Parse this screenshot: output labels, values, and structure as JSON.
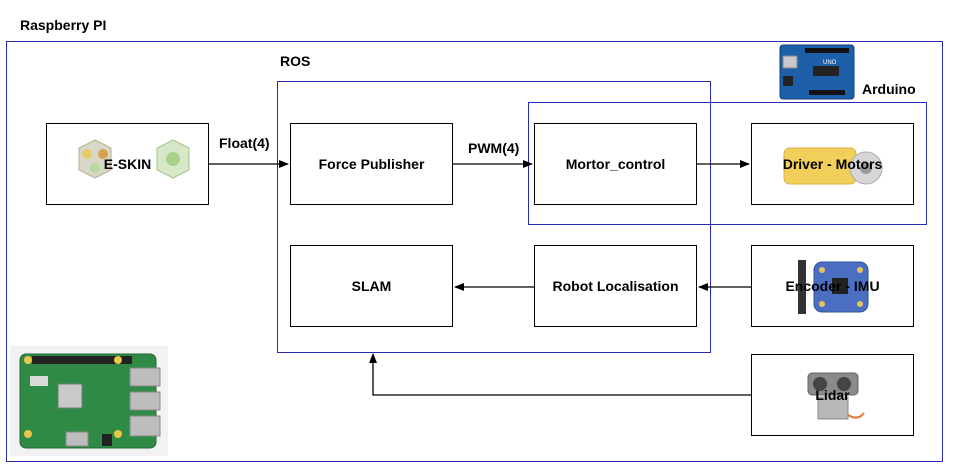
{
  "containers": {
    "raspberry_pi": "Raspberry PI",
    "ros": "ROS",
    "arduino": "Arduino"
  },
  "nodes": {
    "eskin": "E-SKIN",
    "force_publisher": "Force Publisher",
    "motor_control": "Mortor_control",
    "driver_motors": "Driver - Motors",
    "slam": "SLAM",
    "robot_localisation": "Robot Localisation",
    "encoder_imu": "Encoder - IMU",
    "lidar": "Lidar"
  },
  "edges": {
    "float": "Float(4)",
    "pwm": "PWM(4)"
  },
  "colors": {
    "frame": "#2a2ab0",
    "pcb_green": "#1f7a3a",
    "board_blue": "#1d5fa8",
    "gray": "#b8b8b8"
  }
}
